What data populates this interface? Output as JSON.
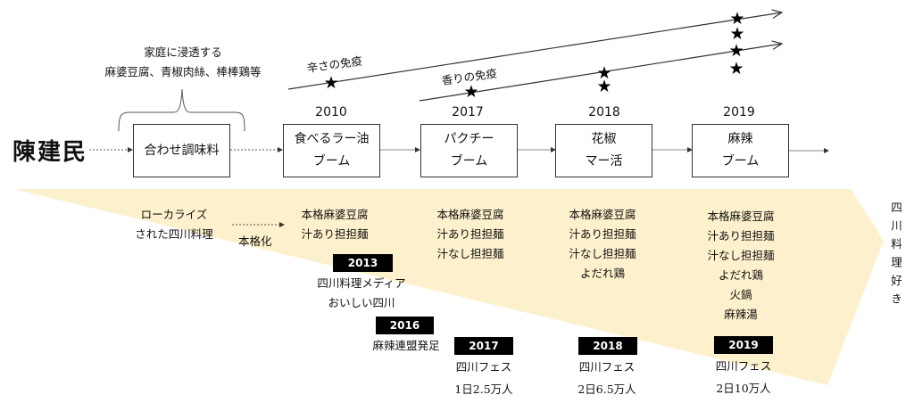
{
  "person": "陳建民",
  "household": {
    "line1": "家庭に浸透する",
    "line2": "麻婆豆腐、青椒肉絲、棒棒鶏等"
  },
  "timeline_boxes": [
    {
      "year": "",
      "lines": [
        "合わせ調味料"
      ]
    },
    {
      "year": "2010",
      "lines": [
        "食べるラー油",
        "ブーム"
      ]
    },
    {
      "year": "2017",
      "lines": [
        "パクチー",
        "ブーム"
      ]
    },
    {
      "year": "2018",
      "lines": [
        "花椒",
        "マー活"
      ]
    },
    {
      "year": "2019",
      "lines": [
        "麻辣",
        "ブーム"
      ]
    }
  ],
  "immunity_lines": [
    {
      "label": "辛さの免疫",
      "stars_on_line": 1
    },
    {
      "label": "香りの免疫",
      "stars_on_line": 1
    }
  ],
  "stars": {
    "2018": 2,
    "2019": 4
  },
  "localized": {
    "line1": "ローカライズ",
    "line2": "された四川料理",
    "arrow_label": "本格化"
  },
  "dish_columns": [
    {
      "dishes": [
        "本格麻婆豆腐",
        "汁あり担担麺"
      ]
    },
    {
      "dishes": [
        "本格麻婆豆腐",
        "汁あり担担麺",
        "汁なし担担麺"
      ]
    },
    {
      "dishes": [
        "本格麻婆豆腐",
        "汁あり担担麺",
        "汁なし担担麺",
        "よだれ鶏"
      ]
    },
    {
      "dishes": [
        "本格麻婆豆腐",
        "汁あり担担麺",
        "汁なし担担麺",
        "よだれ鶏",
        "火鍋",
        "麻辣湯"
      ]
    }
  ],
  "events": [
    {
      "year": "2013",
      "lines": [
        "四川料理メディア",
        "おいしい四川"
      ]
    },
    {
      "year": "2016",
      "lines": [
        "麻辣連盟発足"
      ]
    },
    {
      "year": "2017",
      "lines": [
        "四川フェス",
        "1日2.5万人"
      ]
    },
    {
      "year": "2018",
      "lines": [
        "四川フェス",
        "2日6.5万人"
      ]
    },
    {
      "year": "2019",
      "lines": [
        "四川フェス",
        "2日10万人"
      ]
    }
  ],
  "destination": "四川料理好き",
  "colors": {
    "funnel": "#fdf0cc",
    "badge": "#000000",
    "line": "#333333"
  }
}
